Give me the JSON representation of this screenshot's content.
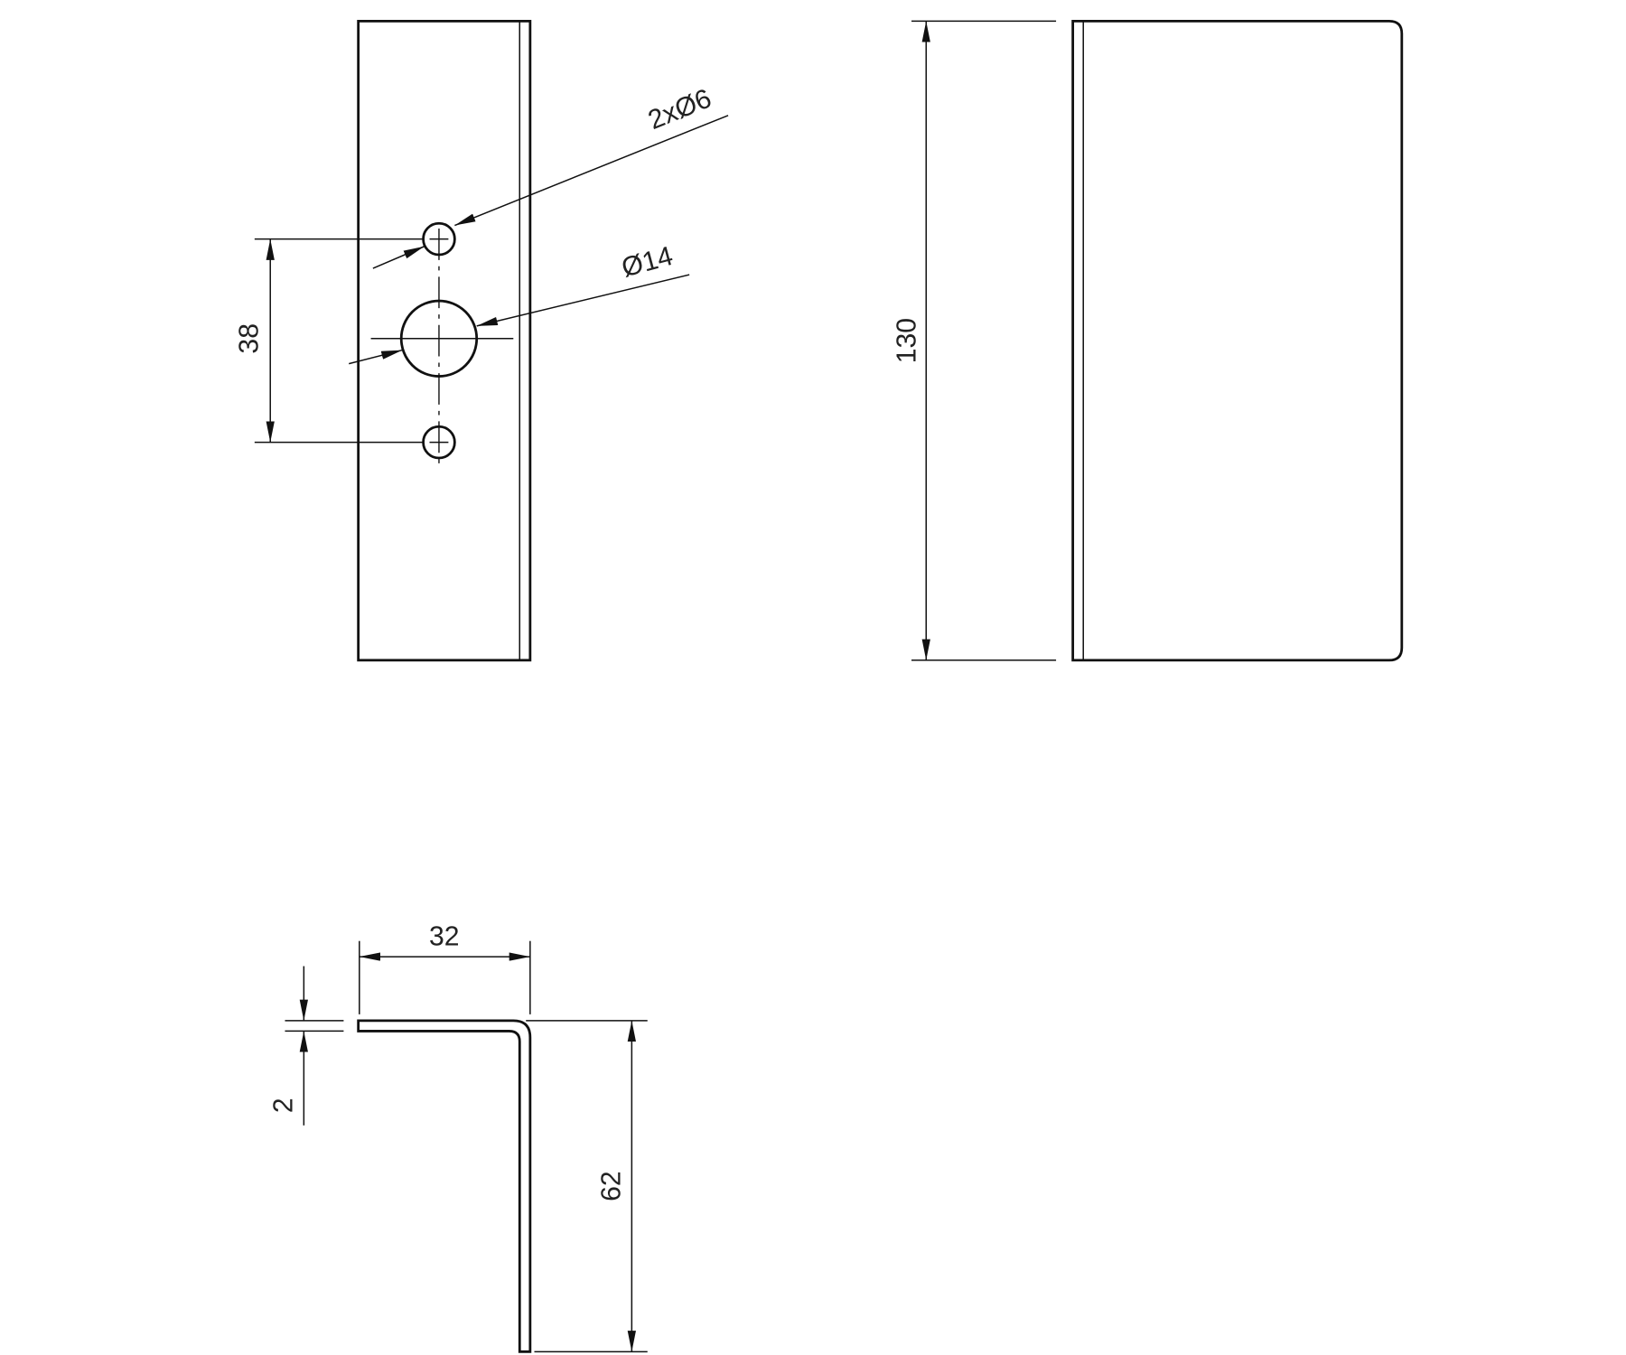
{
  "dimensions": {
    "hole_spacing": "38",
    "small_holes": "2xØ6",
    "large_hole": "Ø14",
    "height": "130",
    "flange_width": "32",
    "leg_height": "62",
    "thickness": "2"
  },
  "colors": {
    "line": "#111111",
    "background": "#ffffff"
  }
}
